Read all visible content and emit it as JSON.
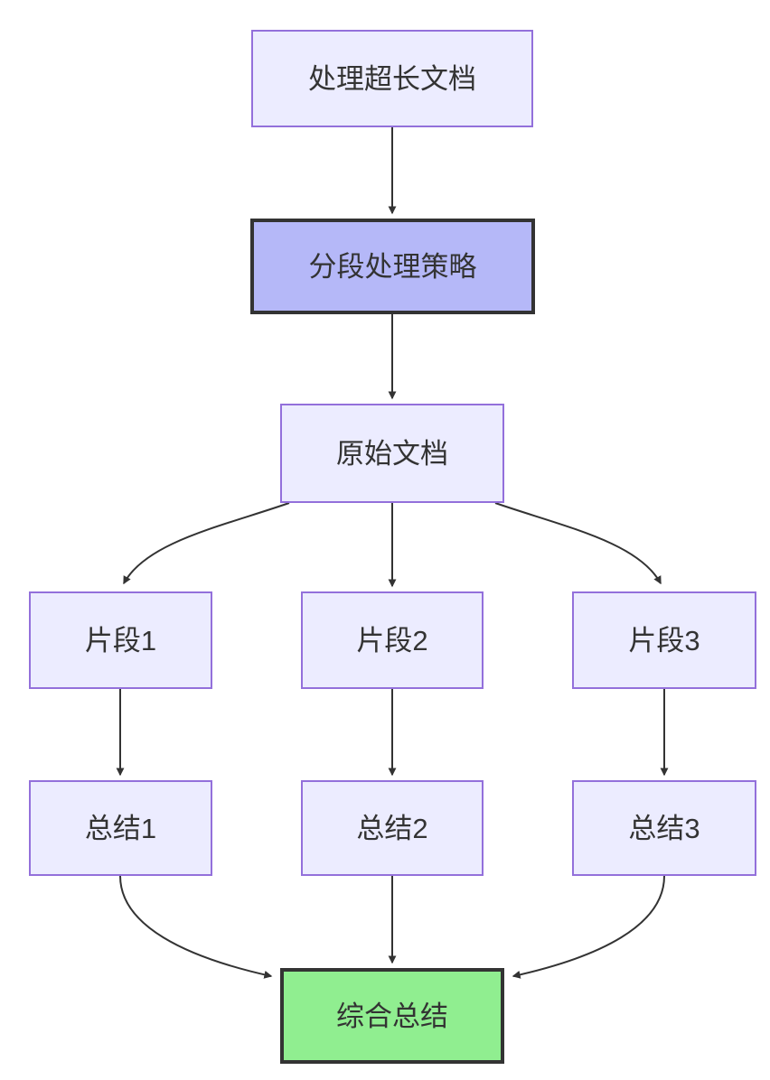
{
  "diagram": {
    "type": "flowchart",
    "direction": "top-down",
    "nodes": [
      {
        "label": "处理超长文档",
        "style": "default"
      },
      {
        "label": "分段处理策略",
        "style": "emphasis-purple"
      },
      {
        "label": "原始文档",
        "style": "default"
      },
      {
        "label": "片段1",
        "style": "default"
      },
      {
        "label": "片段2",
        "style": "default"
      },
      {
        "label": "片段3",
        "style": "default"
      },
      {
        "label": "总结1",
        "style": "default"
      },
      {
        "label": "总结2",
        "style": "default"
      },
      {
        "label": "总结3",
        "style": "default"
      },
      {
        "label": "综合总结",
        "style": "emphasis-green"
      }
    ],
    "edges": [
      {
        "from": "处理超长文档",
        "to": "分段处理策略",
        "arrow": "solid-triangle"
      },
      {
        "from": "分段处理策略",
        "to": "原始文档",
        "arrow": "solid-triangle"
      },
      {
        "from": "原始文档",
        "to": "片段1",
        "arrow": "solid-triangle"
      },
      {
        "from": "原始文档",
        "to": "片段2",
        "arrow": "solid-triangle"
      },
      {
        "from": "原始文档",
        "to": "片段3",
        "arrow": "solid-triangle"
      },
      {
        "from": "片段1",
        "to": "总结1",
        "arrow": "solid-triangle"
      },
      {
        "from": "片段2",
        "to": "总结2",
        "arrow": "solid-triangle"
      },
      {
        "from": "片段3",
        "to": "总结3",
        "arrow": "solid-triangle"
      },
      {
        "from": "总结1",
        "to": "综合总结",
        "arrow": "solid-triangle"
      },
      {
        "from": "总结2",
        "to": "综合总结",
        "arrow": "solid-triangle"
      },
      {
        "from": "总结3",
        "to": "综合总结",
        "arrow": "solid-triangle"
      }
    ]
  },
  "colors": {
    "node-fill": "#ECECFF",
    "node-border": "#9370DB",
    "strategy-fill": "#B5B8F8",
    "emphasis-border": "#333333",
    "final-fill": "#90EE90",
    "edge": "#333333",
    "text": "#333333",
    "background": "#FFFFFF"
  }
}
